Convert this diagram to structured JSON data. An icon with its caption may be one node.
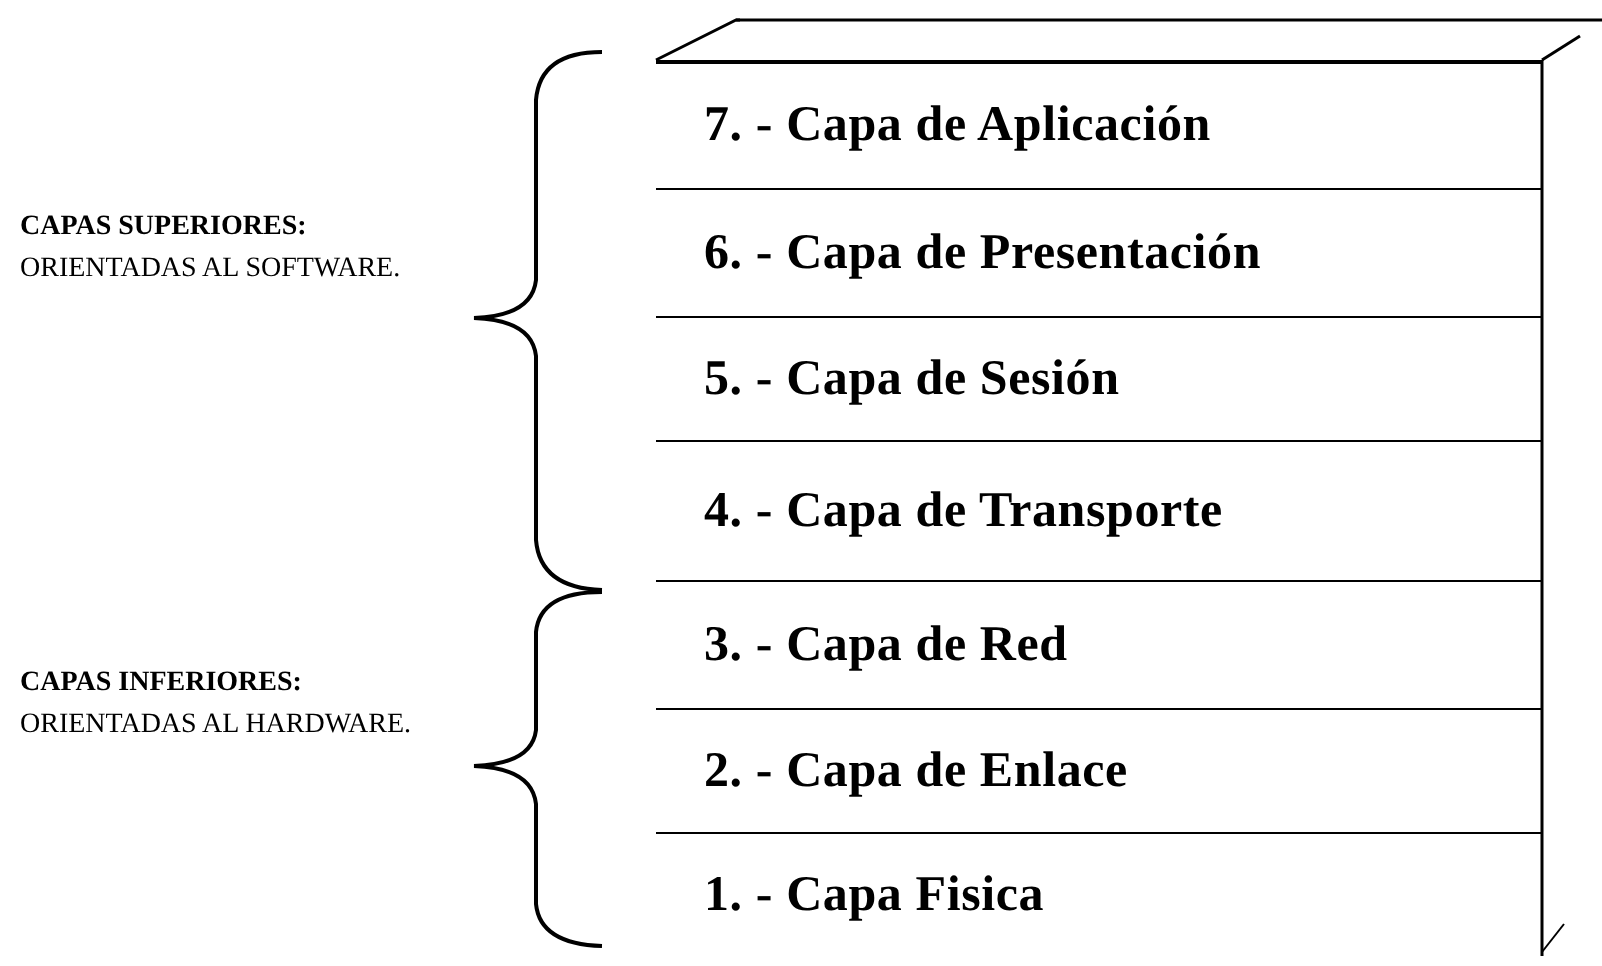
{
  "diagram": {
    "nodes": [
      {
        "text": [
          "7. - Capa de Aplicación"
        ]
      },
      {
        "text": [
          "6. - Capa de Presentación"
        ]
      },
      {
        "text": [
          "5. - Capa de Sesión"
        ]
      },
      {
        "text": [
          "4. - Capa de Transporte"
        ]
      },
      {
        "text": [
          "3. - Capa de Red"
        ]
      },
      {
        "text": [
          "2. - Capa de Enlace"
        ]
      },
      {
        "text": [
          "1. - Capa Fisica"
        ]
      }
    ],
    "labels": [
      "CAPAS SUPERIORES:",
      "ORIENTADAS AL SOFTWARE.",
      "CAPAS INFERIORES:",
      "ORIENTADAS AL HARDWARE."
    ]
  }
}
